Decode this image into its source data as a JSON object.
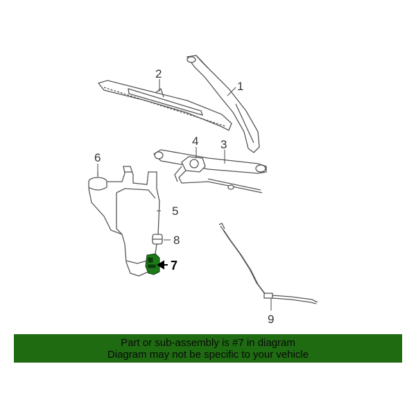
{
  "colors": {
    "background": "#ffffff",
    "banner_bg": "#1e6b12",
    "banner_text": "#0a0a0a",
    "highlight_part": "#1f7a1a",
    "line_art": "#555555"
  },
  "callouts": {
    "c1": "1",
    "c2": "2",
    "c3": "3",
    "c4": "4",
    "c5": "5",
    "c6": "6",
    "c7": "7",
    "c8": "8",
    "c9": "9"
  },
  "banner": {
    "line1": "Part or sub-assembly is #7 in diagram",
    "line2": "Diagram may not be specific to your vehicle"
  }
}
